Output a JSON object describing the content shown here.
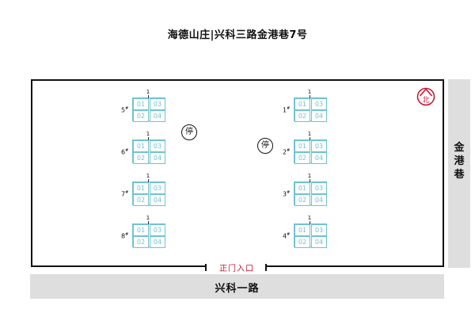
{
  "title": "海德山庄|兴科三路金港巷7号",
  "roads": {
    "bottom": "兴科一路",
    "right": "金港巷"
  },
  "gate": {
    "label": "正门入口"
  },
  "parking": {
    "label": "停"
  },
  "compass": {
    "label": "北",
    "color": "#c8102e"
  },
  "stair_label": "1",
  "units": [
    "01",
    "02",
    "03",
    "04"
  ],
  "buildings": [
    {
      "number": "5",
      "mark": "#"
    },
    {
      "number": "6",
      "mark": "#"
    },
    {
      "number": "7",
      "mark": "#"
    },
    {
      "number": "8",
      "mark": "#"
    },
    {
      "number": "1",
      "mark": "#"
    },
    {
      "number": "2",
      "mark": "#"
    },
    {
      "number": "3",
      "mark": "#"
    },
    {
      "number": "4",
      "mark": "#"
    }
  ],
  "colors": {
    "unit_line": "#6ec3d0",
    "gate_text": "#c8102e",
    "road": "#dedede"
  }
}
